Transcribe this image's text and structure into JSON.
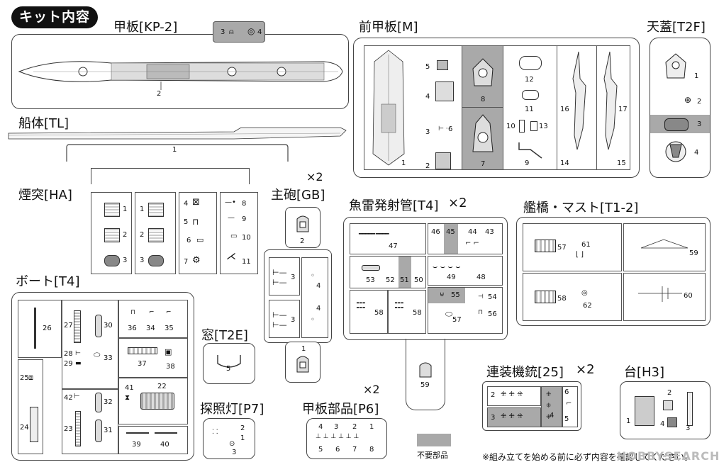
{
  "header": {
    "title": "キット内容"
  },
  "groups": {
    "kp2": {
      "label": "甲板[KP-2]",
      "parts": [
        "3",
        "4",
        "2"
      ]
    },
    "tl": {
      "label": "船体[TL]",
      "parts": [
        "1"
      ]
    },
    "m": {
      "label": "前甲板[M]",
      "parts": [
        "1",
        "2",
        "3",
        "4",
        "5",
        "6",
        "7",
        "8",
        "9",
        "10",
        "11",
        "12",
        "13",
        "14",
        "15",
        "16",
        "17"
      ]
    },
    "t2f": {
      "label": "天蓋[T2F]",
      "parts": [
        "1",
        "2",
        "3",
        "4"
      ]
    },
    "ha": {
      "label": "煙突[HA]",
      "parts": [
        "1",
        "2",
        "3",
        "1",
        "2",
        "3",
        "4",
        "5",
        "6",
        "7",
        "8",
        "9",
        "10",
        "11"
      ]
    },
    "gb": {
      "label": "主砲[GB]",
      "mult": "×2",
      "parts": [
        "2",
        "3",
        "3",
        "4",
        "4",
        "1"
      ]
    },
    "t4_torpedo": {
      "label": "魚雷発射管[T4]",
      "mult": "×2",
      "parts": [
        "47",
        "46",
        "45",
        "44",
        "43",
        "49",
        "48",
        "53",
        "52",
        "51",
        "50",
        "55",
        "54",
        "58",
        "58",
        "57",
        "56",
        "59"
      ]
    },
    "t12": {
      "label": "艦橋・マスト[T1-2]",
      "parts": [
        "57",
        "61",
        "59",
        "58",
        "62",
        "60"
      ]
    },
    "boat": {
      "label": "ボート[T4]",
      "parts": [
        "26",
        "27",
        "30",
        "36",
        "34",
        "35",
        "28",
        "29",
        "33",
        "37",
        "38",
        "25",
        "42",
        "32",
        "41",
        "22",
        "24",
        "23",
        "31",
        "39",
        "40"
      ]
    },
    "t2e": {
      "label": "窓[T2E]",
      "parts": [
        "5"
      ]
    },
    "p7": {
      "label": "探照灯[P7]",
      "parts": [
        "2",
        "1",
        "3"
      ]
    },
    "p6": {
      "label": "甲板部品[P6]",
      "mult": "×2",
      "parts": [
        "4",
        "3",
        "2",
        "1",
        "5",
        "6",
        "7",
        "8"
      ]
    },
    "mg25": {
      "label": "連装機銃[25]",
      "mult": "×2",
      "parts": [
        "2",
        "6",
        "3",
        "5",
        "4"
      ]
    },
    "h3": {
      "label": "台[H3]",
      "parts": [
        "2",
        "1",
        "4",
        "3"
      ]
    }
  },
  "legend": {
    "label": "不要部品",
    "swatch_color": "#a9a9a9"
  },
  "footer": {
    "note": "※組み立てを始める前に必ず内容を確認してください。"
  },
  "watermark": "HOBBYSEARCH"
}
